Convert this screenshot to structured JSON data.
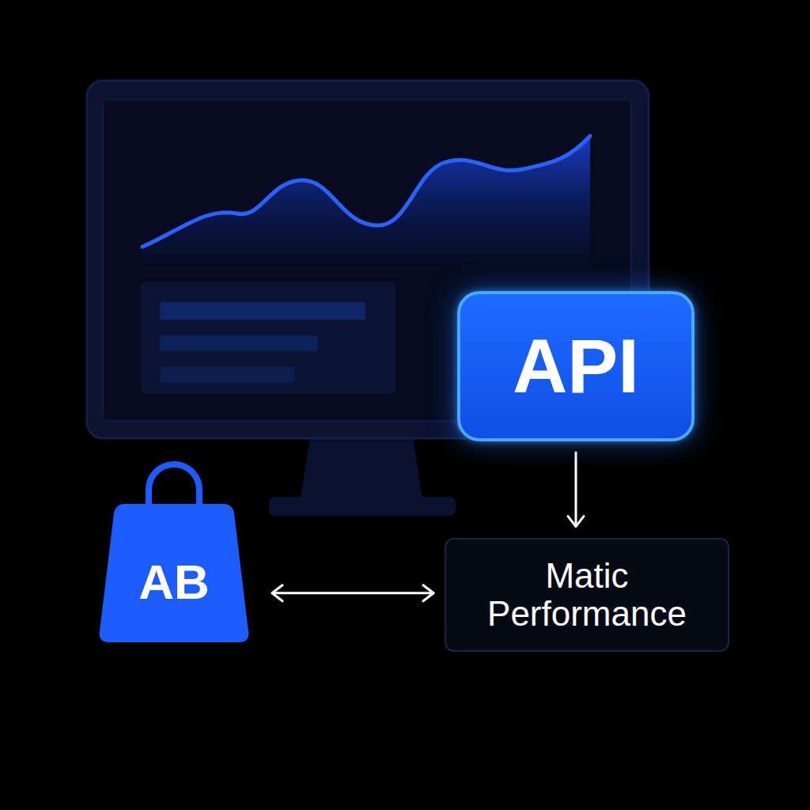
{
  "diagram": {
    "nodes": [
      {
        "text": [
          "API"
        ]
      },
      {
        "text": [
          "AB"
        ]
      },
      {
        "text": [
          "Matic Performance"
        ]
      }
    ],
    "edges": [
      {
        "from": 0,
        "to": 2,
        "arrow": "to"
      },
      {
        "from": 1,
        "to": 2,
        "arrow": "both"
      }
    ]
  }
}
